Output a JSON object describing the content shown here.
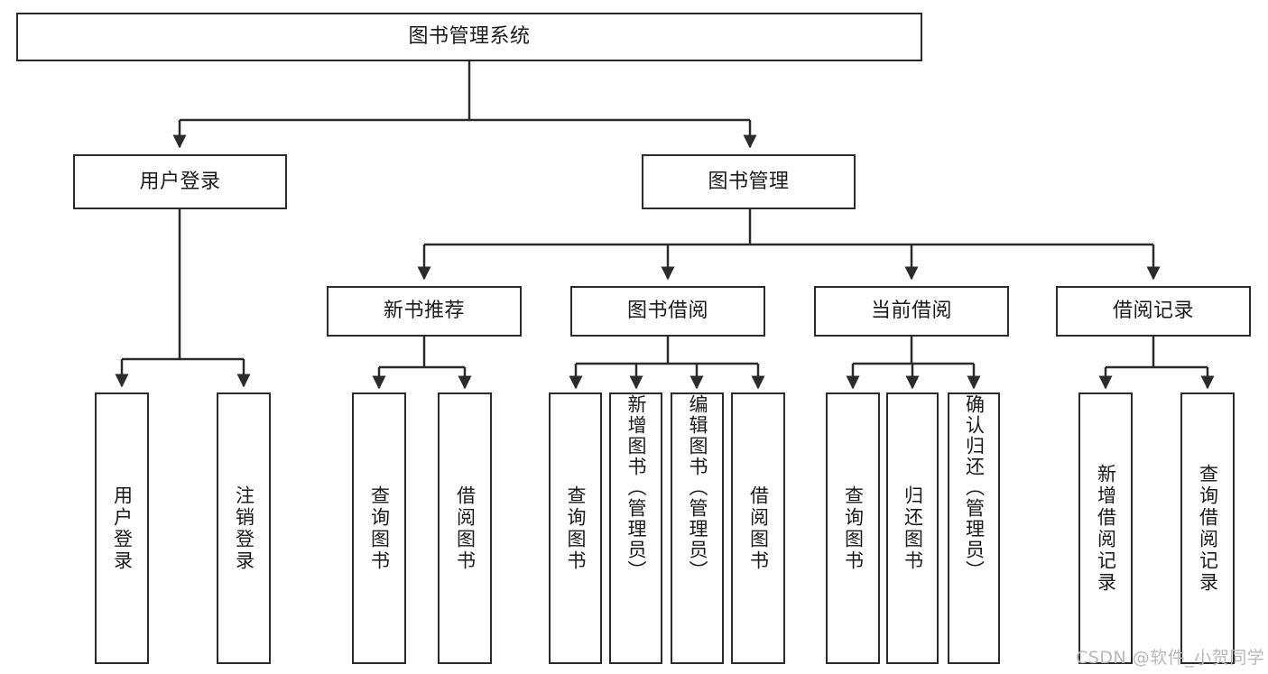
{
  "diagram": {
    "type": "tree-hierarchy-chart",
    "title": "图书管理系统",
    "watermark": "CSDN @软件_小贺同学",
    "colors": {
      "stroke": "#2b2b2b",
      "fill": "#ffffff",
      "text": "#1a1a1a",
      "watermark": "#b8b8b8"
    },
    "levels": {
      "root": {
        "label": "图书管理系统"
      },
      "level2": [
        {
          "id": "user-login",
          "label": "用户登录"
        },
        {
          "id": "book-management",
          "label": "图书管理"
        }
      ],
      "level3": [
        {
          "id": "new-book-recommend",
          "label": "新书推荐"
        },
        {
          "id": "book-borrow",
          "label": "图书借阅"
        },
        {
          "id": "current-borrow",
          "label": "当前借阅"
        },
        {
          "id": "borrow-record",
          "label": "借阅记录"
        }
      ],
      "leaves": {
        "user-login": [
          {
            "id": "leaf-user-login",
            "label": "用户登录"
          },
          {
            "id": "leaf-logout-login",
            "label": "注销登录"
          }
        ],
        "new-book-recommend": [
          {
            "id": "leaf-query-book-1",
            "label": "查询图书"
          },
          {
            "id": "leaf-borrow-book-1",
            "label": "借阅图书"
          }
        ],
        "book-borrow": [
          {
            "id": "leaf-query-book-2",
            "label": "查询图书"
          },
          {
            "id": "leaf-add-book",
            "label": "新增图书（管理员）"
          },
          {
            "id": "leaf-edit-book",
            "label": "编辑图书（管理员）"
          },
          {
            "id": "leaf-borrow-book-2",
            "label": "借阅图书"
          }
        ],
        "current-borrow": [
          {
            "id": "leaf-query-book-3",
            "label": "查询图书"
          },
          {
            "id": "leaf-return-book",
            "label": "归还图书"
          },
          {
            "id": "leaf-confirm-return",
            "label": "确认归还（管理员）"
          }
        ],
        "borrow-record": [
          {
            "id": "leaf-add-record",
            "label": "新增借阅记录"
          },
          {
            "id": "leaf-query-record",
            "label": "查询借阅记录"
          }
        ]
      }
    }
  }
}
